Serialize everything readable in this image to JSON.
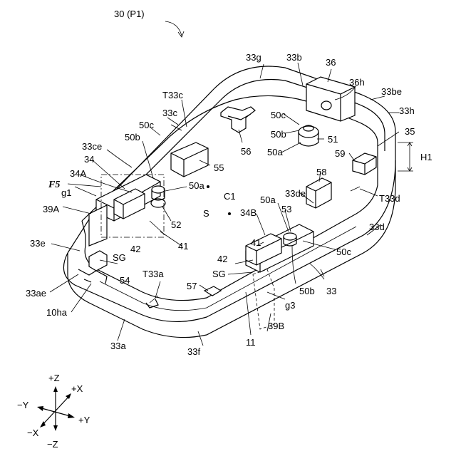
{
  "figure": {
    "title": "30 (P1)",
    "labels": {
      "l33g": "33g",
      "l33b": "33b",
      "l36": "36",
      "l36h": "36h",
      "l33be": "33be",
      "l33h": "33h",
      "lT33c": "T33c",
      "l33c": "33c",
      "l50c_a": "50c",
      "l50b_a": "50b",
      "l33ce": "33ce",
      "l34": "34",
      "l34A": "34A",
      "lF5": "F5",
      "lg1": "g1",
      "l39A": "39A",
      "l50c_b": "50c",
      "l50b_b": "50b",
      "l50a_b": "50a",
      "l51": "51",
      "l59": "59",
      "l35": "35",
      "lH1": "H1",
      "l56": "56",
      "l55": "55",
      "l50a_a": "50a",
      "l58": "58",
      "lC1": "C1",
      "lS": "S",
      "l50a_c": "50a",
      "l33de": "33de",
      "lT33d": "T33d",
      "l34B": "34B",
      "l53": "53",
      "l52": "52",
      "l41_a": "41",
      "l33d": "33d",
      "l33e": "33e",
      "lSG_a": "SG",
      "l42_a": "42",
      "l41_b": "41",
      "l50c_c": "50c",
      "l42_b": "42",
      "l54": "54",
      "lT33a": "T33a",
      "l57": "57",
      "lSG_b": "SG",
      "l33ae": "33ae",
      "l50b_c": "50b",
      "l33": "33",
      "l10ha": "10ha",
      "lg3": "g3",
      "l39B": "39B",
      "l33a": "33a",
      "l11": "11",
      "l33f": "33f"
    },
    "axes": {
      "pz": "+Z",
      "px": "+X",
      "my": "−Y",
      "py": "+Y",
      "mx": "−X",
      "mz": "−Z"
    }
  }
}
